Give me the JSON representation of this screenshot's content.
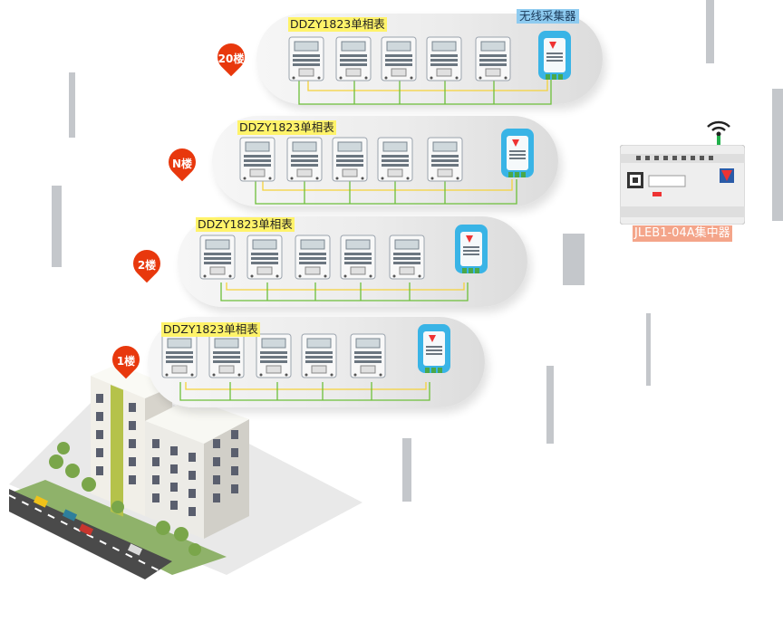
{
  "floors": [
    {
      "pin": "20楼",
      "title": "DDZY1823单相表"
    },
    {
      "pin": "N楼",
      "title": "DDZY1823单相表"
    },
    {
      "pin": "2楼",
      "title": "DDZY1823单相表"
    },
    {
      "pin": "1楼",
      "title": "DDZY1823单相表"
    }
  ],
  "collector_label": "无线采集器",
  "concentrator_label": "JLEB1-04A集中器",
  "colors": {
    "pin": "#e8380d",
    "title_bg": "#fff36a",
    "collector_label_bg": "#8ecbf0",
    "concentrator_label_bg": "#f4a58a",
    "wire_green": "#6dbf3a",
    "wire_yellow": "#f5d23a",
    "collector_body": "#39b4e6",
    "wifi_signal": "#22b14c"
  }
}
